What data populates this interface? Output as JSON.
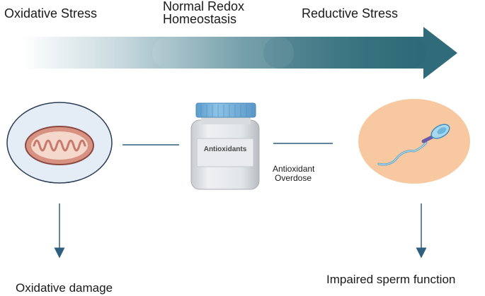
{
  "gradient": {
    "left_label": "Oxidative Stress",
    "center_label_line1": "Normal Redox",
    "center_label_line2": "Homeostasis",
    "right_label": "Reductive Stress",
    "colors": {
      "start": "#ffffff",
      "end": "#2f6b79"
    }
  },
  "center": {
    "bottle_label": "Antioxidants",
    "overdose_line1": "Antioxidant",
    "overdose_line2": "Overdose"
  },
  "outcomes": {
    "left": "Oxidative damage",
    "right": "Impaired sperm function"
  },
  "icons": {
    "left": "mitochondrion-icon",
    "center": "antioxidant-bottle-icon",
    "right": "sperm-cell-icon"
  },
  "colors": {
    "arrow": "#2f6b79",
    "line": "#2f5f7f",
    "left_oval": "#e4ecf6",
    "right_oval": "#f8c9a0",
    "bottle_cap": "#78b4de"
  }
}
